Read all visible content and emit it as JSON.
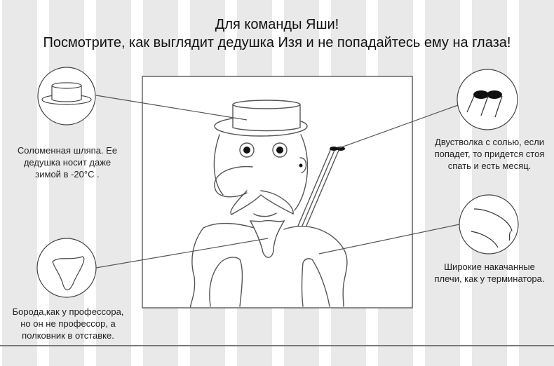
{
  "title": {
    "line1": "Для команды Яши!",
    "line2": "Посмотрите, как выглядит дедушка Изя и не попадайтесь ему на глаза!"
  },
  "callouts": [
    {
      "id": "hat",
      "icon": "straw-hat-icon",
      "lines": [
        "Соломенная шляпа. Ее",
        "дедушка носит даже",
        "зимой в -20°C ."
      ]
    },
    {
      "id": "beard",
      "icon": "beard-icon",
      "lines": [
        "Борода,как у профессора,",
        "но он не профессор, а",
        "полковник в отставке."
      ]
    },
    {
      "id": "shotgun",
      "icon": "double-barrel-shotgun-icon",
      "lines": [
        "Двустволка с солью, если",
        "попадет, то придется стоя",
        "спать и есть месяц."
      ]
    },
    {
      "id": "shoulders",
      "icon": "shoulders-icon",
      "lines": [
        "Широкие накачанные",
        "плечи, как у терминатора."
      ]
    }
  ],
  "colors": {
    "stripe": "#e9e9e9",
    "line": "#555555",
    "rule": "#7a7a7a"
  }
}
